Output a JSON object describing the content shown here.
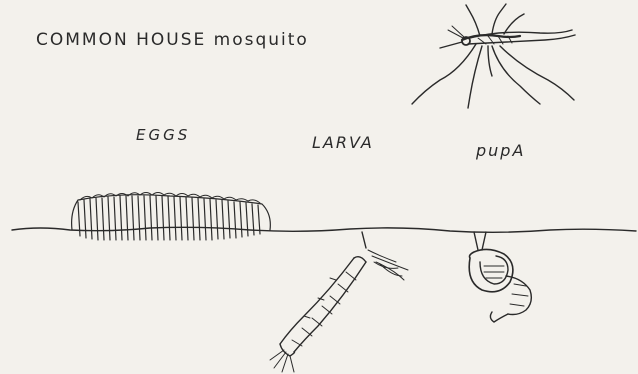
{
  "diagram": {
    "title": "COMMON HOUSE mosquito",
    "stages": {
      "eggs": "EGGS",
      "larva": "LARVA",
      "pupa": "pupA"
    }
  },
  "colors": {
    "paper": "#f3f1ec",
    "ink": "#2a2a2a"
  }
}
